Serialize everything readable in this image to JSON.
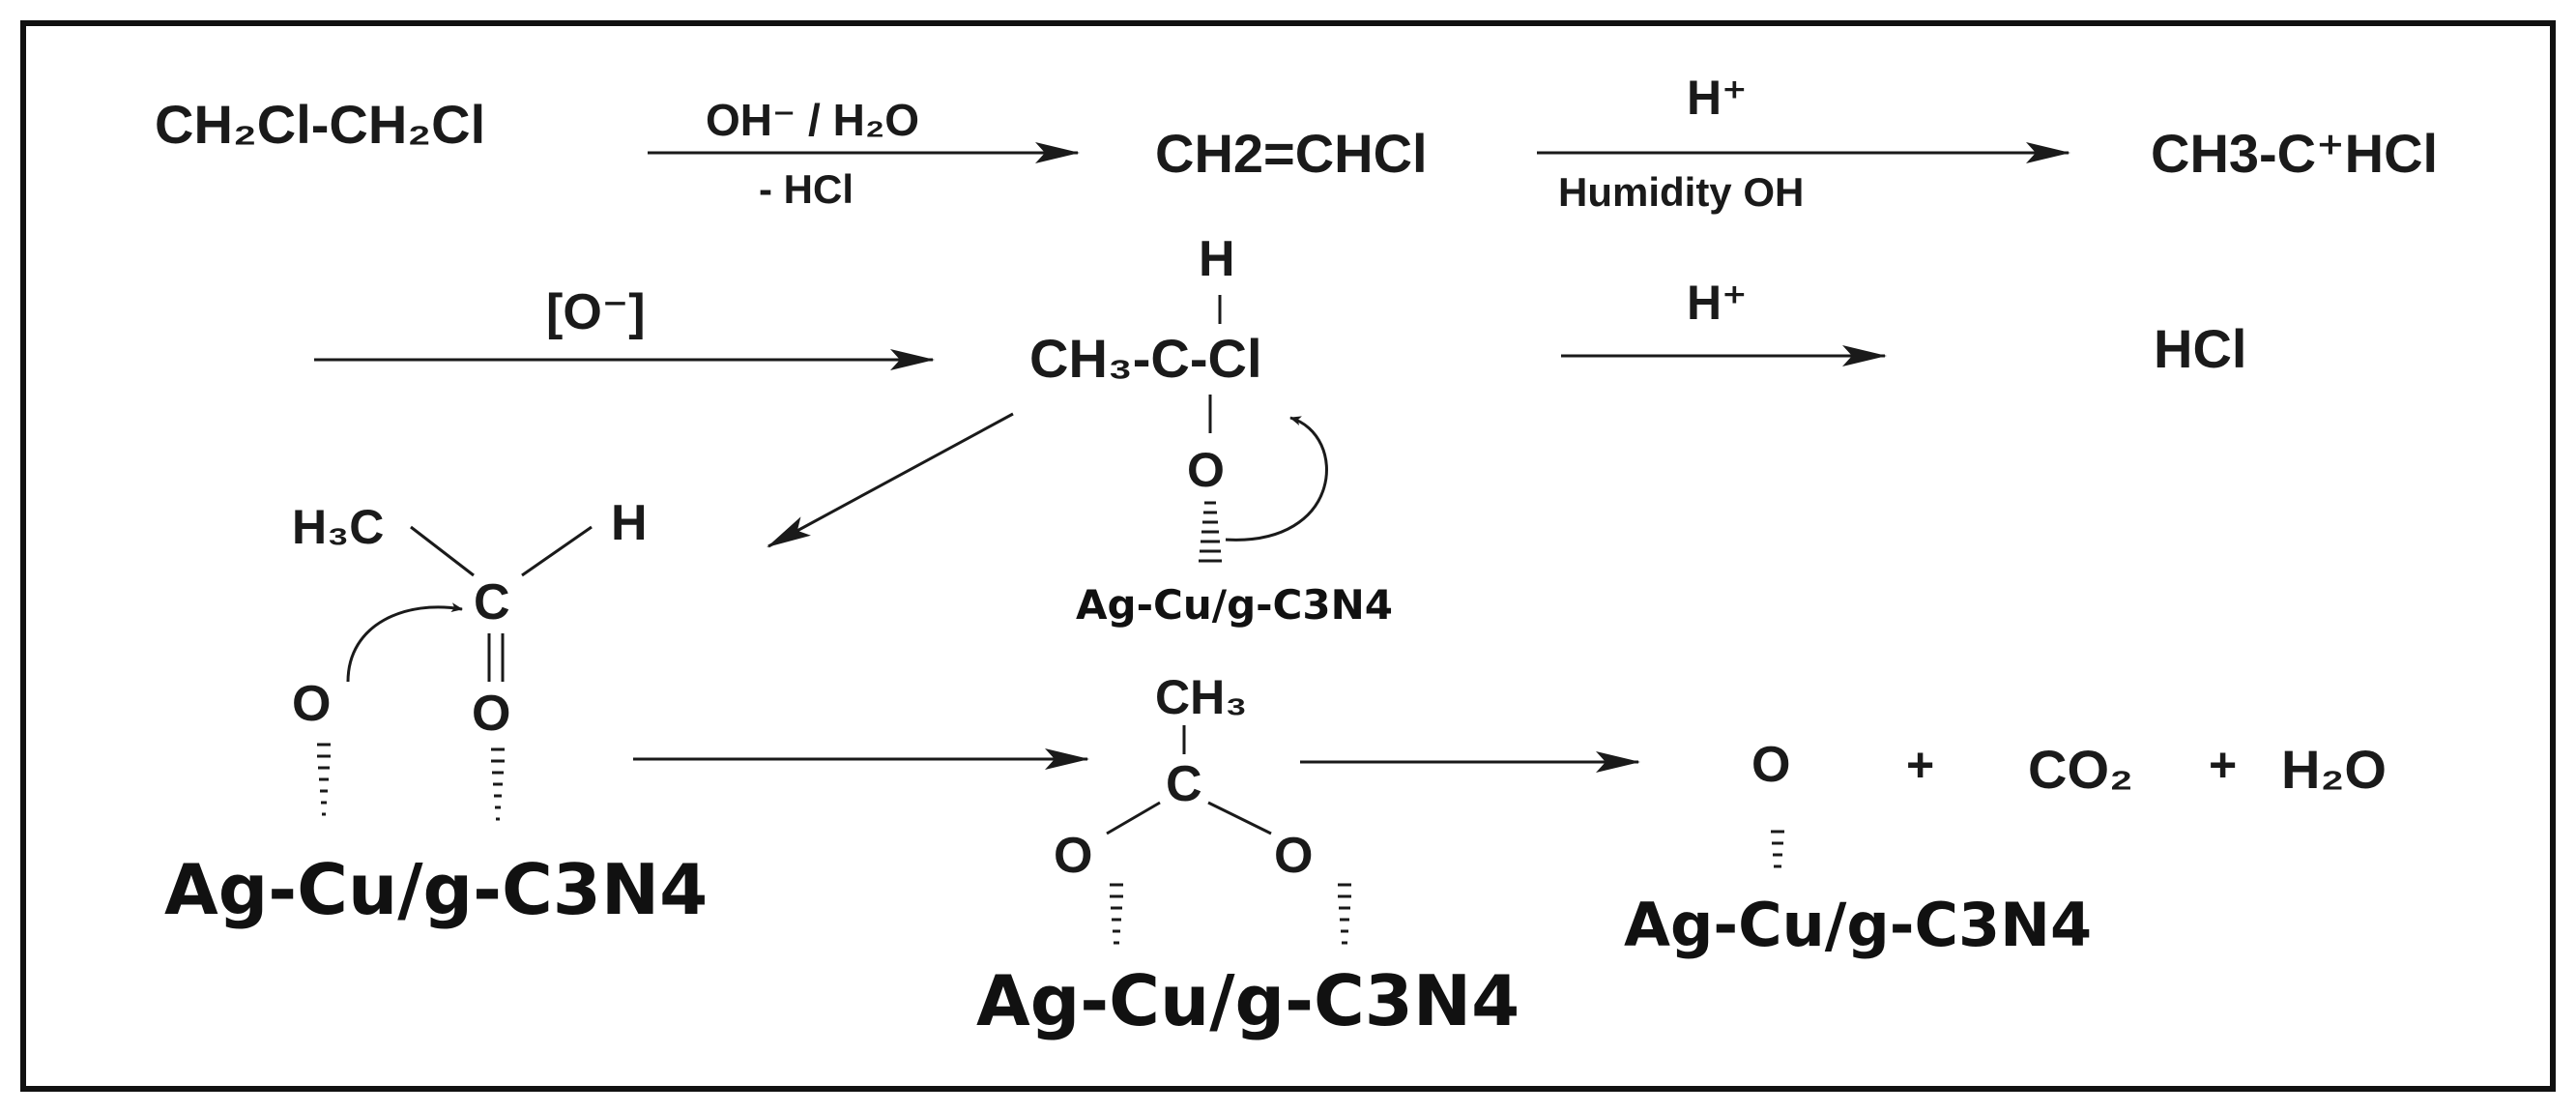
{
  "colors": {
    "frame": "#111111",
    "ink": "#1a1a1a",
    "background": "#ffffff"
  },
  "row1": {
    "reactant": "CH₂Cl-CH₂Cl",
    "cond_top": "OH⁻ / H₂O",
    "cond_bottom": "- HCl",
    "vinyl": "CH2=CHCl",
    "cond2_top": "H⁺",
    "cond2_bottom": "Humidity OH",
    "carbocation": "CH3-C⁺HCl"
  },
  "row2": {
    "oxidant": "[O⁻]",
    "h_atom": "H",
    "chloro_ether": "CH₃-C-Cl",
    "o_atom": "O",
    "catalyst": "Ag-Cu/g-C3N4",
    "cond_top": "H⁺",
    "product": "HCl"
  },
  "row3": {
    "methyl": "H₃C",
    "h_atom": "H",
    "carbon": "C",
    "o_left": "O",
    "o_carbonyl": "O",
    "catalyst": "Ag-Cu/g-C3N4"
  },
  "row4": {
    "methyl": "CH₃",
    "carbon": "C",
    "o_left": "O",
    "o_right": "O",
    "catalyst": "Ag-Cu/g-C3N4"
  },
  "row5": {
    "o_atom": "O",
    "plus1": "+",
    "co2": "CO₂",
    "plus2": "+",
    "h2o": "H₂O",
    "catalyst": "Ag-Cu/g-C3N4"
  }
}
